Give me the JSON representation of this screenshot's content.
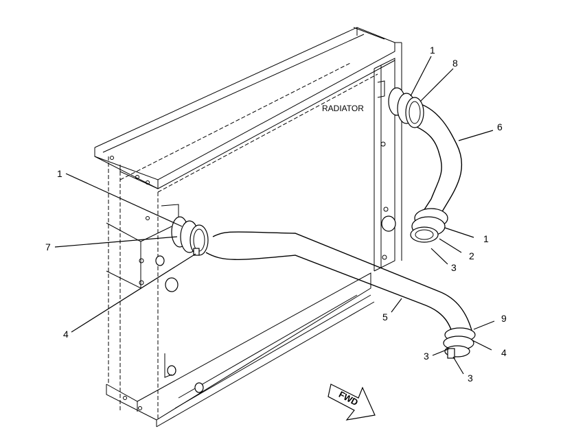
{
  "diagram": {
    "component_label": "RADIATOR",
    "direction_label": "FWD",
    "callouts": {
      "clamp_top_upper": "1",
      "clamp_top_upper_8": "8",
      "hose_upper": "6",
      "clamp_upper_lower_1": "1",
      "clamp_upper_lower_2": "2",
      "clamp_upper_lower_3": "3",
      "clamp_left_1": "1",
      "clamp_left_7": "7",
      "clamp_left_4": "4",
      "hose_lower": "5",
      "clamp_lower_9": "9",
      "clamp_lower_4": "4",
      "clamp_lower_3a": "3",
      "clamp_lower_3b": "3"
    }
  }
}
